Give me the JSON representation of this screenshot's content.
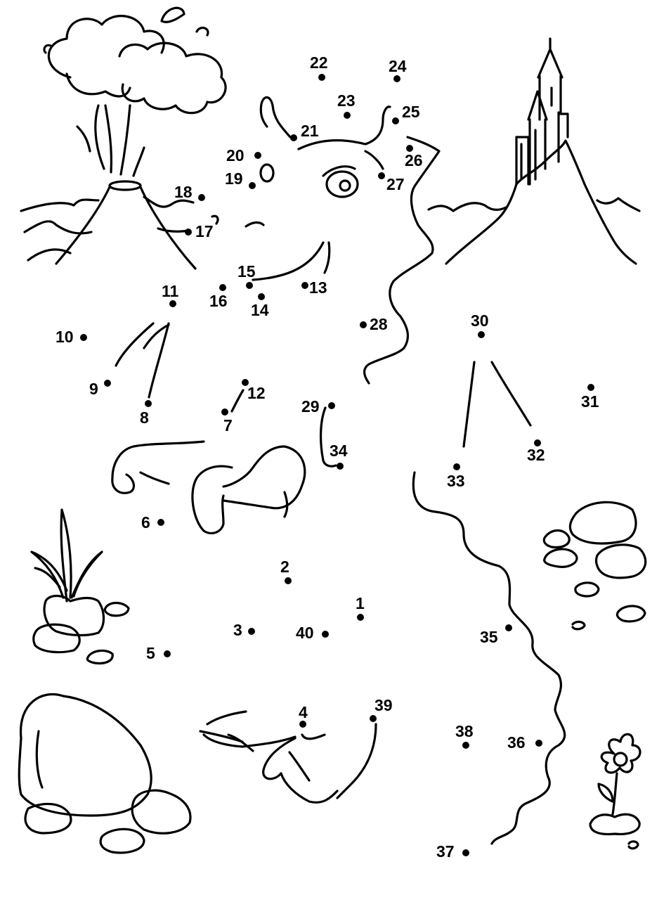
{
  "dots": [
    {
      "n": "1"
    },
    {
      "n": "2"
    },
    {
      "n": "3"
    },
    {
      "n": "4"
    },
    {
      "n": "5"
    },
    {
      "n": "6"
    },
    {
      "n": "7"
    },
    {
      "n": "8"
    },
    {
      "n": "9"
    },
    {
      "n": "10"
    },
    {
      "n": "11"
    },
    {
      "n": "12"
    },
    {
      "n": "13"
    },
    {
      "n": "14"
    },
    {
      "n": "15"
    },
    {
      "n": "16"
    },
    {
      "n": "17"
    },
    {
      "n": "18"
    },
    {
      "n": "19"
    },
    {
      "n": "20"
    },
    {
      "n": "21"
    },
    {
      "n": "22"
    },
    {
      "n": "23"
    },
    {
      "n": "24"
    },
    {
      "n": "25"
    },
    {
      "n": "26"
    },
    {
      "n": "27"
    },
    {
      "n": "28"
    },
    {
      "n": "29"
    },
    {
      "n": "30"
    },
    {
      "n": "31"
    },
    {
      "n": "32"
    },
    {
      "n": "33"
    },
    {
      "n": "34"
    },
    {
      "n": "35"
    },
    {
      "n": "36"
    },
    {
      "n": "37"
    },
    {
      "n": "38"
    },
    {
      "n": "39"
    },
    {
      "n": "40"
    }
  ],
  "colors": {
    "ink": "#000000",
    "paper": "#ffffff"
  },
  "icons": [
    "volcano-icon",
    "castle-icon",
    "rock-icon",
    "flower-icon",
    "plant-icon"
  ]
}
